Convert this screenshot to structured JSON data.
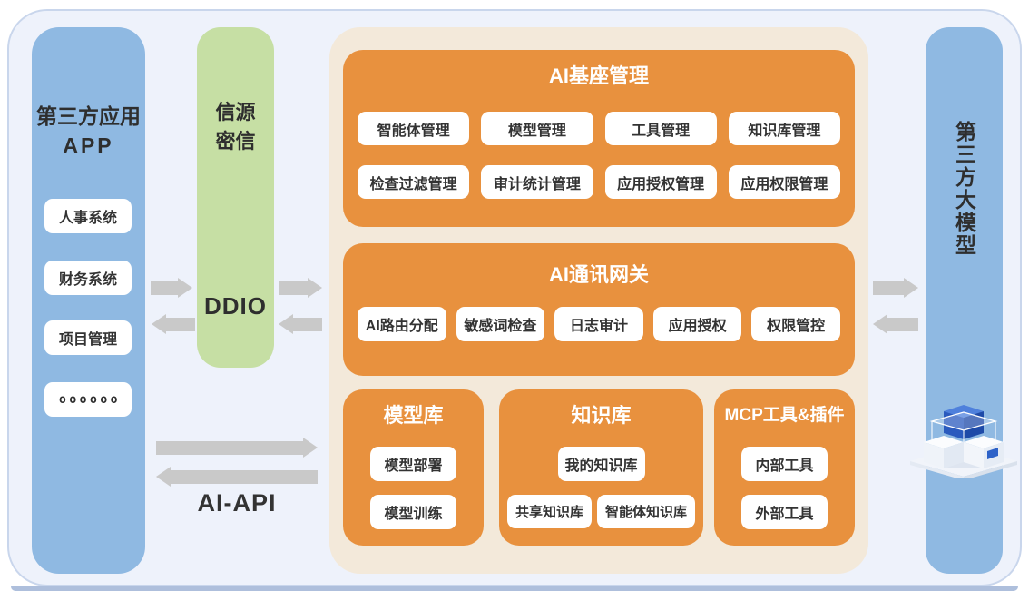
{
  "left_column": {
    "title_line1": "第三方应用",
    "title_line2": "APP",
    "items": [
      "人事系统",
      "财务系统",
      "项目管理"
    ],
    "dots": "oooooo"
  },
  "gateway_column": {
    "title_line1": "信源",
    "title_line2": "密信",
    "label": "DDIO"
  },
  "platform": {
    "base_management": {
      "title": "AI基座管理",
      "items": [
        "智能体管理",
        "模型管理",
        "工具管理",
        "知识库管理",
        "检查过滤管理",
        "审计统计管理",
        "应用授权管理",
        "应用权限管理"
      ]
    },
    "comm_gateway": {
      "title": "AI通讯网关",
      "items": [
        "AI路由分配",
        "敏感词检查",
        "日志审计",
        "应用授权",
        "权限管控"
      ]
    },
    "model_repo": {
      "title": "模型库",
      "items": [
        "模型部署",
        "模型训练"
      ]
    },
    "knowledge_base": {
      "title": "知识库",
      "top_item": "我的知识库",
      "bottom_items": [
        "共享知识库",
        "智能体知识库"
      ]
    },
    "mcp_tools": {
      "title": "MCP工具&插件",
      "items": [
        "内部工具",
        "外部工具"
      ]
    }
  },
  "right_column": {
    "title": "第三方大模型",
    "icon": "cubes-3d-icon"
  },
  "api_label": "AI-API",
  "colors": {
    "orange": "#E8913E",
    "cream": "#F3E9DA",
    "blue": "#8FB9E2",
    "green": "#C6DFA4",
    "panel_bg": "#EEF2FB",
    "panel_border": "#C9D6EC",
    "arrow_gray": "#C9C9C9",
    "chip_bg": "#FFFFFF",
    "text_dark": "#2E2E2E",
    "cube_blue": "#2A5ABE"
  }
}
